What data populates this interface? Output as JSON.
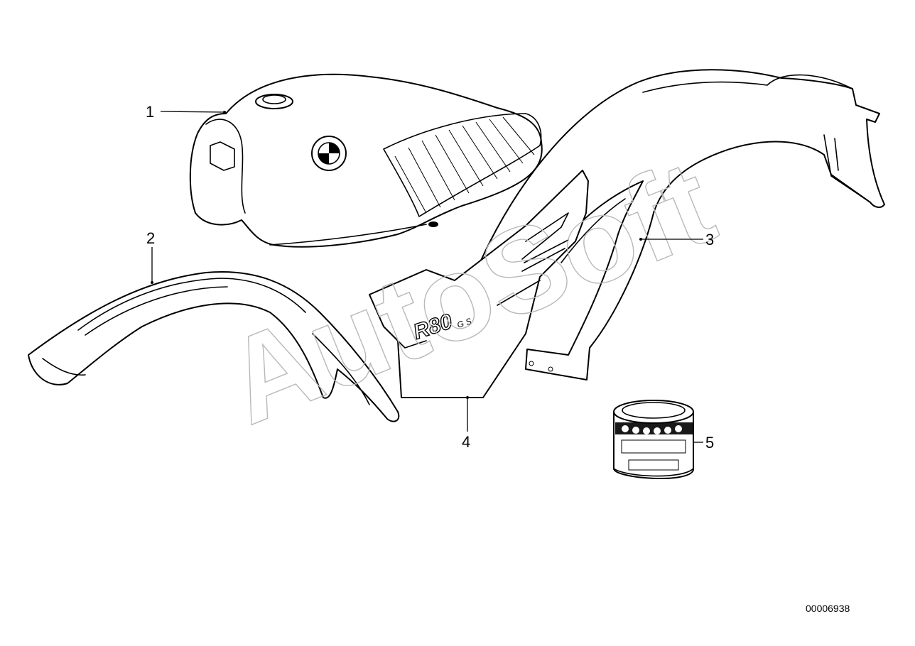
{
  "callouts": [
    {
      "id": "1",
      "label": "1"
    },
    {
      "id": "2",
      "label": "2"
    },
    {
      "id": "3",
      "label": "3"
    },
    {
      "id": "4",
      "label": "4"
    },
    {
      "id": "5",
      "label": "5"
    }
  ],
  "model_badge": "R80",
  "model_badge_suffix": "G S",
  "watermark": "AutoSoft",
  "document_number": "00006938"
}
